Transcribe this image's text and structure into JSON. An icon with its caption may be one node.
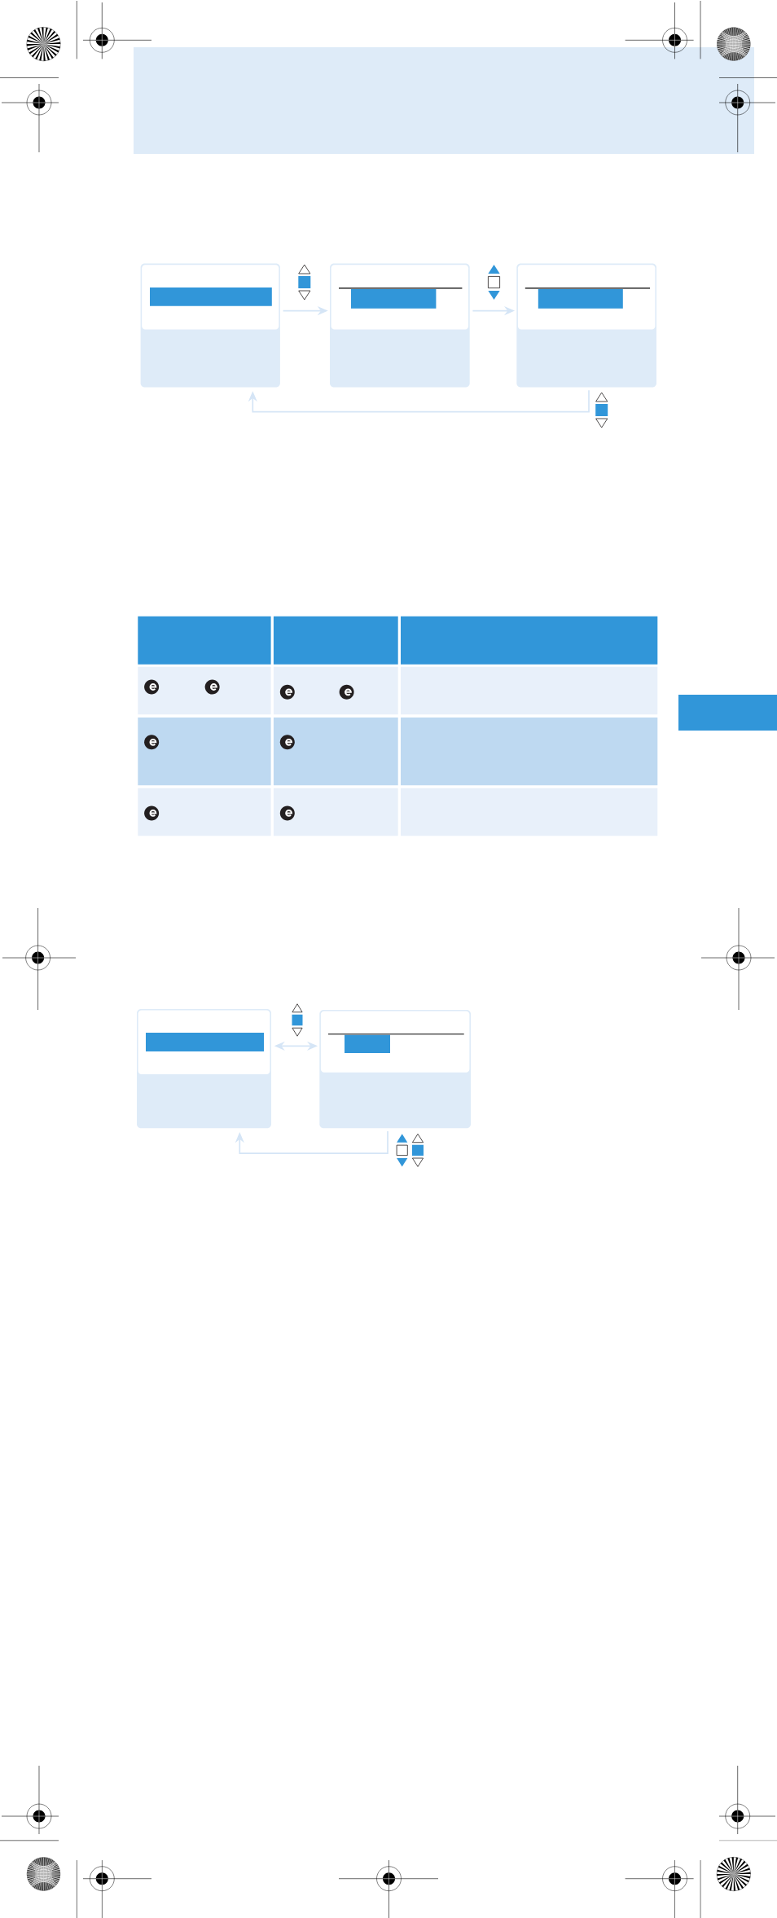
{
  "diagram": {
    "nodes": [
      {
        "text": [],
        "shape": "box"
      },
      {
        "text": [],
        "shape": "box"
      },
      {
        "text": [],
        "shape": "box"
      },
      {
        "text": [],
        "shape": "box"
      },
      {
        "text": [],
        "shape": "box"
      },
      {
        "text": [],
        "shape": "box"
      }
    ],
    "edges": [
      {
        "from": 0,
        "to": 1,
        "arrow": "to"
      },
      {
        "from": 1,
        "to": 2,
        "arrow": "to"
      },
      {
        "from": 2,
        "to": 0,
        "arrow": "to"
      },
      {
        "from": 4,
        "to": 5,
        "arrow": "both"
      },
      {
        "from": 5,
        "to": 4,
        "arrow": "to"
      }
    ]
  }
}
